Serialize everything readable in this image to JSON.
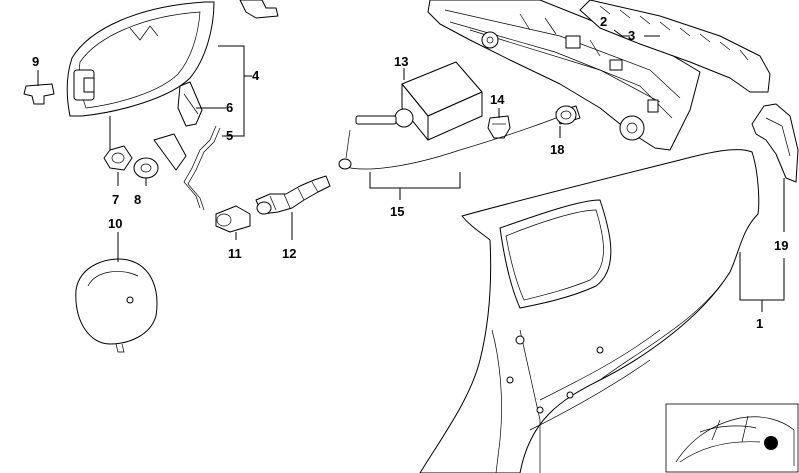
{
  "callouts": {
    "c1": "1",
    "c2": "2",
    "c3": "3",
    "c4": "4",
    "c5": "5",
    "c6": "6",
    "c7": "7",
    "c8": "8",
    "c9": "9",
    "c10": "10",
    "c11": "11",
    "c12": "12",
    "c13": "13",
    "c14": "14",
    "c15": "15",
    "c18": "18",
    "c19": "19"
  },
  "inset": {
    "marker_color": "#000000"
  }
}
